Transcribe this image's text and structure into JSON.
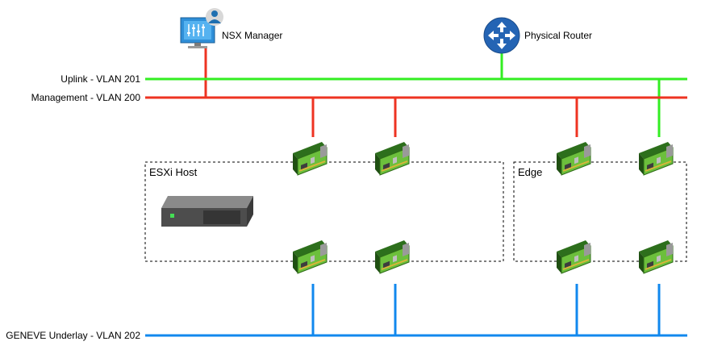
{
  "networks": {
    "uplink": {
      "label": "Uplink - VLAN 201",
      "color": "#33ee22"
    },
    "management": {
      "label": "Management - VLAN 200",
      "color": "#ee3322"
    },
    "geneve": {
      "label": "GENEVE Underlay - VLAN 202",
      "color": "#1188ee"
    }
  },
  "nodes": {
    "nsx_manager": {
      "label": "NSX Manager",
      "icon": "nsx-manager-icon"
    },
    "physical_router": {
      "label": "Physical Router",
      "icon": "router-icon"
    },
    "esxi_host": {
      "label": "ESXi Host",
      "icon": "server-icon"
    },
    "edge": {
      "label": "Edge"
    }
  },
  "nic_icon": "nic-card-icon"
}
